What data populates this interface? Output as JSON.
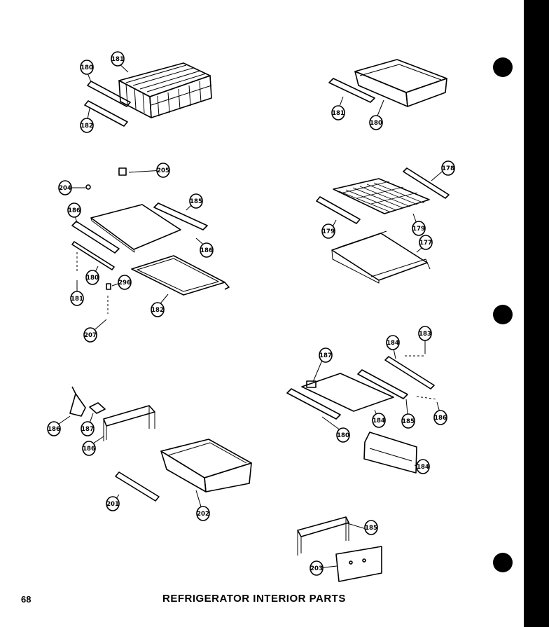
{
  "page_number": "68",
  "page_title": "REFRIGERATOR INTERIOR PARTS",
  "callouts": [
    "180",
    "181",
    "182",
    "180",
    "181",
    "205",
    "204",
    "185",
    "186",
    "186",
    "180",
    "181",
    "296",
    "182",
    "207",
    "179",
    "179",
    "178",
    "177",
    "187",
    "183",
    "184",
    "186",
    "185",
    "180",
    "184",
    "184",
    "186",
    "187",
    "186",
    "201",
    "202",
    "185",
    "203"
  ]
}
